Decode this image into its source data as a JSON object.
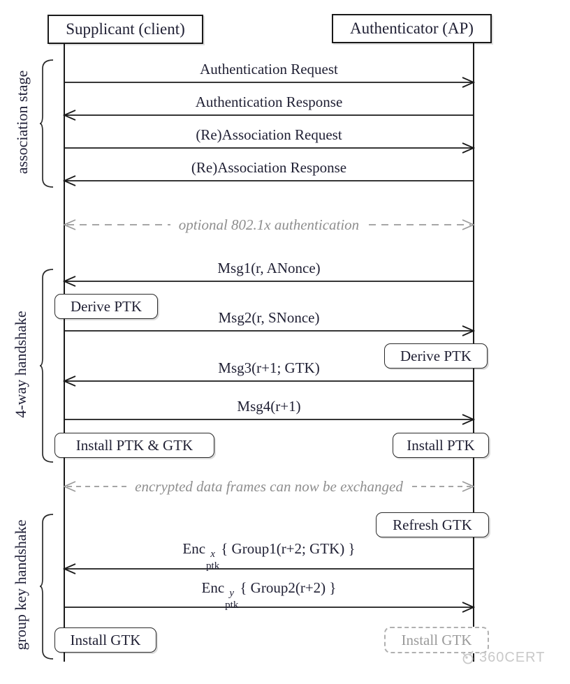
{
  "actors": {
    "supplicant": "Supplicant (client)",
    "authenticator": "Authenticator (AP)"
  },
  "stages": {
    "association": "association stage",
    "fourway": "4-way handshake",
    "groupkey": "group key handshake"
  },
  "messages": {
    "auth_request": "Authentication Request",
    "auth_response": "Authentication Response",
    "assoc_request": "(Re)Association Request",
    "assoc_response": "(Re)Association Response",
    "optional_8021x": "optional 802.1x authentication",
    "msg1": "Msg1(r, ANonce)",
    "msg2": "Msg2(r, SNonce)",
    "msg3": "Msg3(r+1; GTK)",
    "msg4": "Msg4(r+1)",
    "encrypted_note": "encrypted data frames can now be exchanged",
    "group1": {
      "base": "Enc",
      "sup": "x",
      "sub": "ptk",
      "rest": "{ Group1(r+2; GTK) }"
    },
    "group2": {
      "base": "Enc",
      "sup": "y",
      "sub": "ptk",
      "rest": "{ Group2(r+2) }"
    }
  },
  "boxes": {
    "derive_ptk_left": "Derive PTK",
    "derive_ptk_right": "Derive PTK",
    "install_ptk_gtk": "Install PTK & GTK",
    "install_ptk": "Install PTK",
    "refresh_gtk": "Refresh GTK",
    "install_gtk_left": "Install GTK",
    "install_gtk_right": "Install GTK"
  },
  "watermark": {
    "text": "360CERT"
  },
  "colors": {
    "ink": "#1f1f33",
    "line": "#1a1a1a",
    "muted_note": "#8e8e8e",
    "ghost_border": "#b0b0b0",
    "watermark": "#c9c9c9"
  }
}
